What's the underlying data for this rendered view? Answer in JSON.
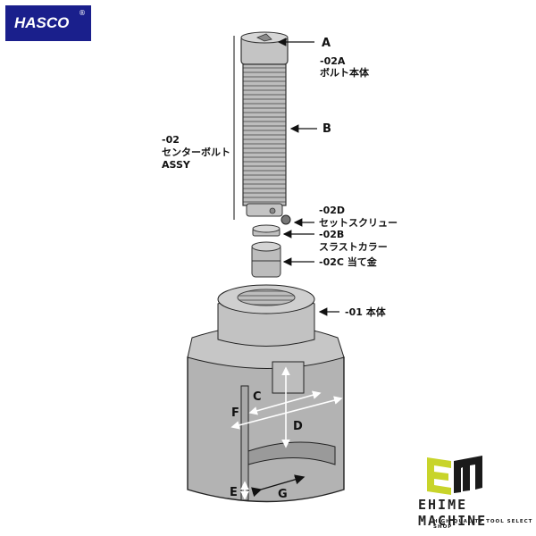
{
  "logo": {
    "text": "HASCO",
    "reg_mark": "®",
    "bg_color": "#1a1f8c"
  },
  "callouts": {
    "a": {
      "letter": "A",
      "code": "-02A",
      "name": "ボルト本体"
    },
    "b": {
      "letter": "B"
    },
    "assy": {
      "code": "-02",
      "name": "センターボルト",
      "suffix": "ASSY"
    },
    "d02": {
      "code": "-02D",
      "name": "セットスクリュー"
    },
    "b02": {
      "code": "-02B",
      "name": "スラストカラー"
    },
    "c02": {
      "code": "-02C 当て金"
    },
    "body": {
      "code": "-01 本体"
    }
  },
  "dimension_labels": {
    "c": "C",
    "d": "D",
    "e": "E",
    "f": "F",
    "g": "G"
  },
  "brand": {
    "name": "EHIME MACHINE",
    "tagline": "HIGH QUALITY TOOL SELECT SHOP",
    "accent_color": "#c8d42a",
    "dark_color": "#1a1a1a"
  }
}
